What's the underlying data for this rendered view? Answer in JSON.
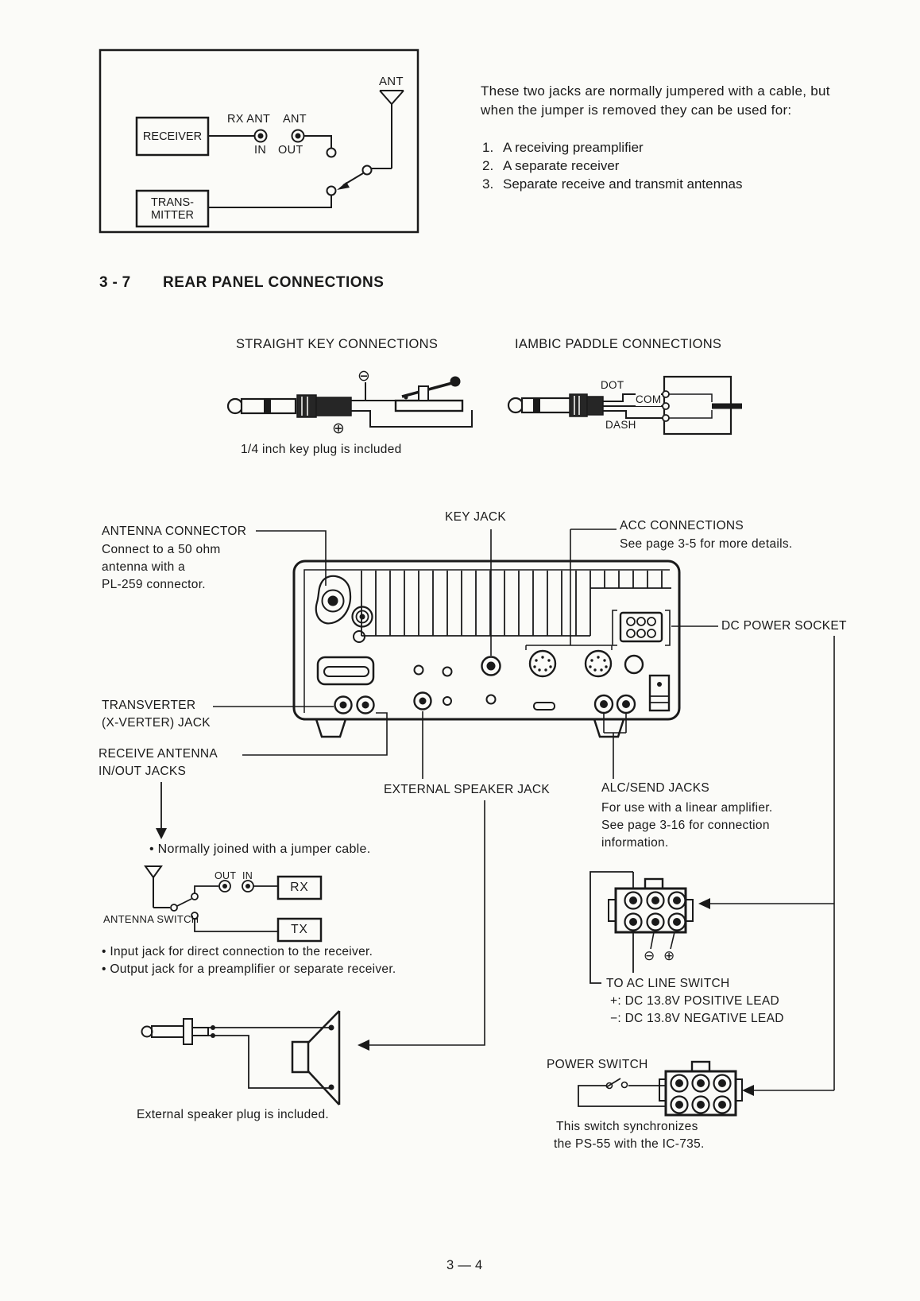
{
  "intro_diagram": {
    "ant_top": "ANT",
    "rx_ant": "RX ANT",
    "ant": "ANT",
    "in": "IN",
    "out": "OUT",
    "receiver": "RECEIVER",
    "transmitter_line1": "TRANS-",
    "transmitter_line2": "MITTER"
  },
  "intro_text": {
    "line1": "These two jacks are normally jumpered with a cable, but",
    "line2": "when the jumper is removed they can be used for:",
    "items": [
      {
        "num": "1.",
        "text": "A receiving preamplifier"
      },
      {
        "num": "2.",
        "text": "A separate receiver"
      },
      {
        "num": "3.",
        "text": "Separate receive and transmit antennas"
      }
    ]
  },
  "section": {
    "number": "3 - 7",
    "title": "REAR PANEL CONNECTIONS"
  },
  "straight_key": {
    "title": "STRAIGHT KEY CONNECTIONS",
    "minus": "⊖",
    "plus": "⊕",
    "caption": "1/4 inch key plug is included"
  },
  "iambic": {
    "title": "IAMBIC PADDLE CONNECTIONS",
    "dot": "DOT",
    "com": "COM",
    "dash": "DASH"
  },
  "rear_panel": {
    "key_jack": "KEY JACK",
    "acc_title": "ACC CONNECTIONS",
    "acc_desc": "See page 3-5 for more details.",
    "antenna_connector": "ANTENNA CONNECTOR",
    "antenna_desc": [
      "Connect to a 50 ohm",
      "antenna with a",
      "PL-259 connector."
    ],
    "dc_power_socket": "DC POWER SOCKET",
    "transverter": [
      "TRANSVERTER",
      "(X-VERTER) JACK"
    ],
    "receive_antenna": [
      "RECEIVE ANTENNA",
      "IN/OUT JACKS"
    ],
    "external_speaker": "EXTERNAL SPEAKER JACK",
    "alc_title": "ALC/SEND JACKS",
    "alc_desc": [
      "For use with a linear amplifier.",
      "See page 3-16 for connection",
      "information."
    ]
  },
  "jumper": {
    "joined": "• Normally joined with a jumper cable.",
    "out": "OUT",
    "in": "IN",
    "rx": "RX",
    "tx": "TX",
    "antenna_switch": "ANTENNA SWITCH",
    "input": "• Input jack for direct connection to the receiver.",
    "output": "• Output jack for a preamplifier or separate receiver."
  },
  "dc_plug": {
    "minus": "⊖",
    "plus": "⊕",
    "to_ac": "TO AC LINE SWITCH",
    "positive": "+: DC 13.8V POSITIVE LEAD",
    "negative": "−: DC 13.8V NEGATIVE LEAD"
  },
  "power_switch": {
    "label": "POWER SWITCH",
    "caption": [
      "This switch synchronizes",
      "the PS-55 with the IC-735."
    ]
  },
  "speaker": {
    "caption": "External speaker plug is included."
  },
  "footer": {
    "page": "3 — 4"
  }
}
